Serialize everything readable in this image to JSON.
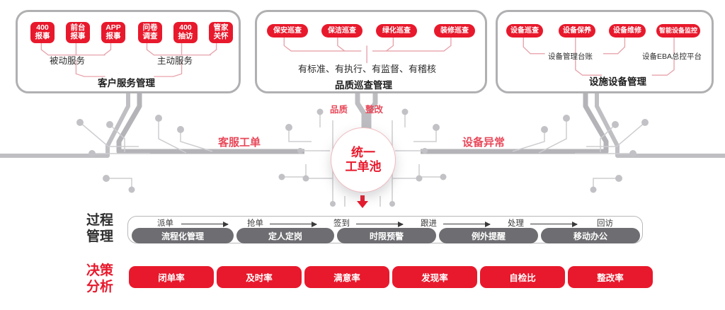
{
  "groups": [
    {
      "id": "customer-service",
      "title": "客户服务管理",
      "chips": [
        {
          "label": "400\n报事"
        },
        {
          "label": "前台\n报事"
        },
        {
          "label": "APP\n报事"
        },
        {
          "label": "问卷\n调查"
        },
        {
          "label": "400\n抽访"
        },
        {
          "label": "管家\n关怀"
        }
      ],
      "sublabels": [
        "被动服务",
        "主动服务"
      ]
    },
    {
      "id": "quality-inspection",
      "title": "品质巡查管理",
      "chips": [
        {
          "label": "保安巡查"
        },
        {
          "label": "保洁巡查"
        },
        {
          "label": "绿化巡查"
        },
        {
          "label": "装修巡查"
        }
      ],
      "sublabels": [
        "有标准、有执行、有监督、有稽核"
      ]
    },
    {
      "id": "facility-equipment",
      "title": "设施设备管理",
      "chips": [
        {
          "label": "设备巡查"
        },
        {
          "label": "设备保养"
        },
        {
          "label": "设备维修"
        },
        {
          "label": "智能设备监控"
        }
      ],
      "sublabels": [
        "设备管理台账",
        "设备EBA总控平台"
      ]
    }
  ],
  "hub": {
    "text": "统一\n工单池",
    "top_labels": [
      "品质",
      "整改"
    ],
    "left_flow": "客服工单",
    "right_flow": "设备异常"
  },
  "process": {
    "label": "过程\n管理",
    "steps": [
      "派单",
      "抢单",
      "签到",
      "跟进",
      "处理",
      "回访"
    ],
    "pills": [
      "流程化管理",
      "定人定岗",
      "时限预警",
      "例外提醒",
      "移动办公"
    ]
  },
  "decision": {
    "label": "决策\n分析",
    "pills": [
      "闭单率",
      "及时率",
      "满意率",
      "发现率",
      "自检比",
      "整改率"
    ]
  },
  "colors": {
    "brand_red": "#e8192c",
    "pill_gray": "#6e6e72",
    "card_border": "#b0b0b3"
  }
}
